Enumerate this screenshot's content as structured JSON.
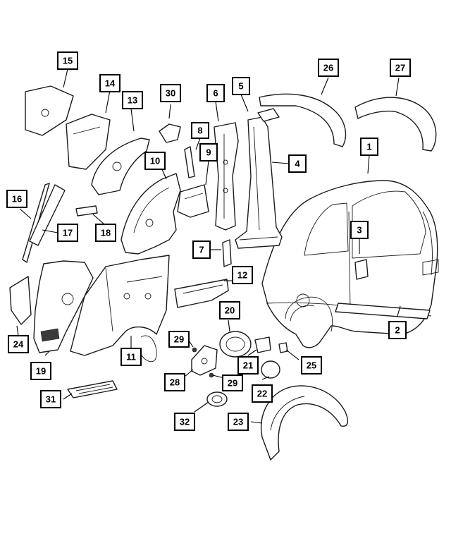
{
  "callouts": {
    "c1": "1",
    "c2": "2",
    "c3": "3",
    "c4": "4",
    "c5": "5",
    "c6": "6",
    "c7": "7",
    "c8": "8",
    "c9": "9",
    "c10": "10",
    "c11": "11",
    "c12": "12",
    "c13": "13",
    "c14": "14",
    "c15": "15",
    "c16": "16",
    "c17": "17",
    "c18": "18",
    "c19": "19",
    "c20": "20",
    "c21": "21",
    "c22": "22",
    "c23": "23",
    "c24": "24",
    "c25": "25",
    "c26": "26",
    "c27": "27",
    "c28": "28",
    "c29a": "29",
    "c29b": "29",
    "c30": "30",
    "c31": "31",
    "c32": "32"
  },
  "colors": {
    "line": "#1a1a1a",
    "background": "#ffffff",
    "callout_border": "#000000"
  }
}
